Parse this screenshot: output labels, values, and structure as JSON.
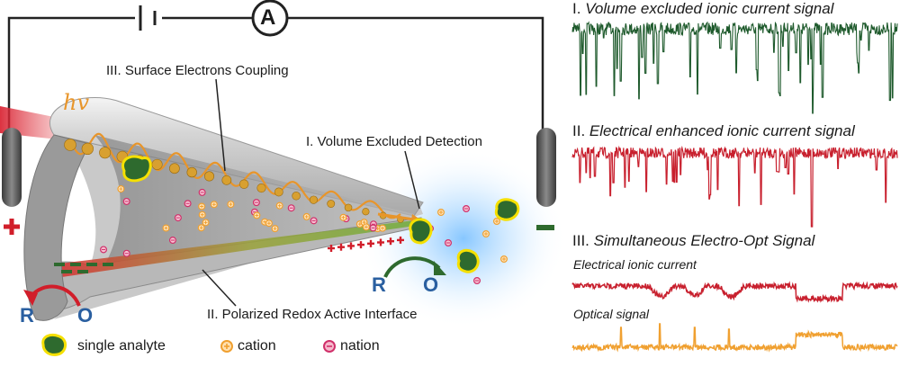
{
  "signals": {
    "title_1_num": "I.",
    "title_1_text": "Volume excluded ionic current signal",
    "title_2_num": "II.",
    "title_2_text": "Electrical enhanced ionic current signal",
    "title_3_num": "III.",
    "title_3_text": "Simultaneous Electro-Opt Signal",
    "sub_electrical": "Electrical ionic current",
    "sub_optical": "Optical signal"
  },
  "diagram": {
    "ammeter": "A",
    "hv": "hv",
    "label_surface": "III. Surface Electrons Coupling",
    "label_volume": "I. Volume Excluded Detection",
    "label_redox": "II. Polarized Redox Active Interface",
    "redox_left_r": "R",
    "redox_left_o": "O",
    "redox_right_r": "R",
    "redox_right_o": "O",
    "electrode_left_sign": "+",
    "electrode_right_sign": "−"
  },
  "legend": {
    "analyte": "single analyte",
    "cation": "cation",
    "anion": "nation"
  },
  "colors": {
    "trace_1": "#1e5a2c",
    "trace_2": "#c8202e",
    "trace_3_electrical": "#c8202e",
    "trace_3_optical": "#f0a030",
    "analyte_fill": "#2e6a2e",
    "analyte_ring": "#f5e000",
    "cation": "#f0a030",
    "anion": "#d0306a",
    "redox": "#2a5fa0"
  }
}
